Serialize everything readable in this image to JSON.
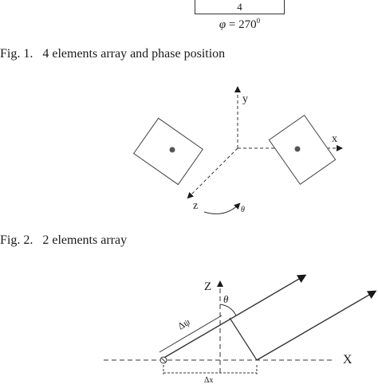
{
  "fig1": {
    "cell_label": "4",
    "phase_symbol": "φ",
    "phase_eq": " = ",
    "phase_value": "270",
    "phase_sup": "0",
    "caption_num": "Fig. 1.",
    "caption_text": "4 elements array and phase position"
  },
  "fig2": {
    "y_label": "y",
    "x_label": "x",
    "z_label": "z",
    "theta_label": "θ",
    "caption_num": "Fig. 2.",
    "caption_text": "2 elements array"
  },
  "fig3": {
    "z_label": "Z",
    "theta_label": "θ",
    "dpsi_label": "Δψ",
    "x_label": "X",
    "dx_label": "Δx"
  }
}
